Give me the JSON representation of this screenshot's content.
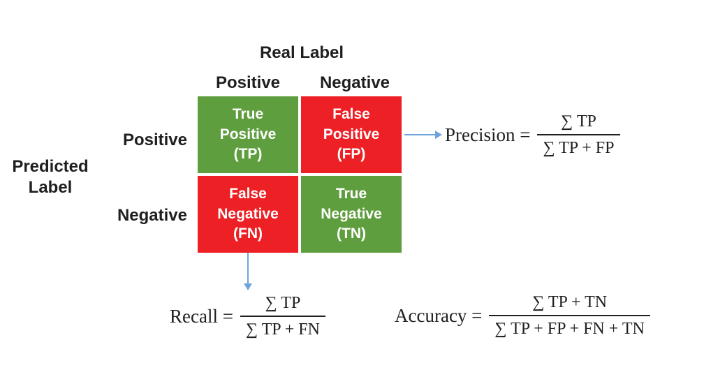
{
  "diagram": {
    "axis": {
      "real_label": "Real Label",
      "predicted_line1": "Predicted",
      "predicted_line2": "Label"
    },
    "col_headers": {
      "positive": "Positive",
      "negative": "Negative"
    },
    "row_labels": {
      "positive": "Positive",
      "negative": "Negative"
    },
    "matrix": {
      "cells": [
        {
          "id": "tp",
          "line1": "True",
          "line2": "Positive",
          "line3": "(TP)",
          "color": "green"
        },
        {
          "id": "fp",
          "line1": "False",
          "line2": "Positive",
          "line3": "(FP)",
          "color": "red"
        },
        {
          "id": "fn",
          "line1": "False",
          "line2": "Negative",
          "line3": "(FN)",
          "color": "red"
        },
        {
          "id": "tn",
          "line1": "True",
          "line2": "Negative",
          "line3": "(TN)",
          "color": "green"
        }
      ]
    },
    "formulas": {
      "precision": {
        "label": "Precision =",
        "numerator": "∑ TP",
        "denominator": "∑ TP + FP"
      },
      "recall": {
        "label": "Recall =",
        "numerator": "∑ TP",
        "denominator": "∑ TP + FN"
      },
      "accuracy": {
        "label": "Accuracy =",
        "numerator": "∑ TP + TN",
        "denominator": "∑ TP + FP + FN + TN"
      }
    }
  },
  "colors": {
    "green": "#5f9e3e",
    "red": "#ec2025",
    "arrow": "#6fa3d9",
    "ink": "#1f1f1f",
    "cell_text": "#ffffff",
    "background": "#ffffff"
  }
}
